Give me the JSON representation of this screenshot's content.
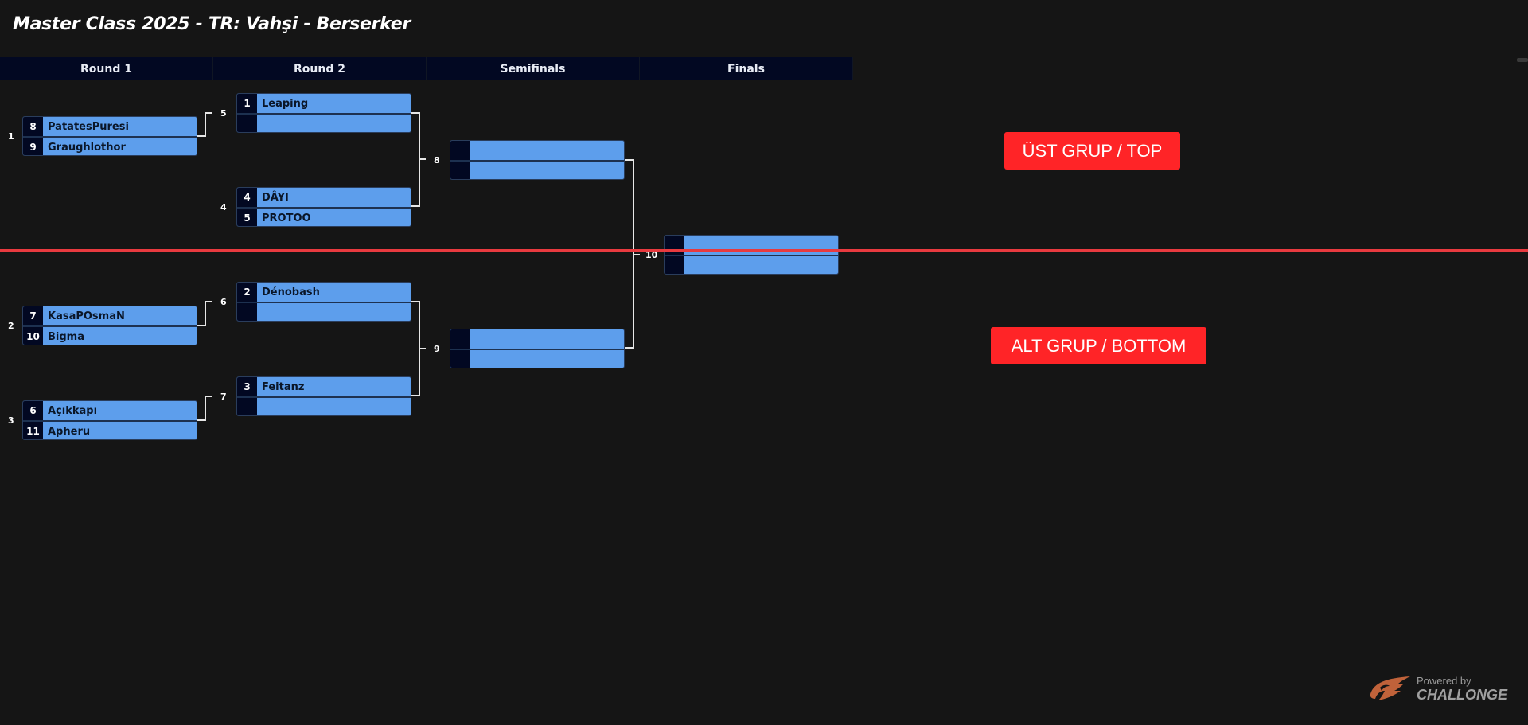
{
  "title": "Master Class 2025 - TR: Vahşi - Berserker",
  "rounds": [
    {
      "label": "Round 1"
    },
    {
      "label": "Round 2"
    },
    {
      "label": "Semifinals"
    },
    {
      "label": "Finals"
    }
  ],
  "matches": {
    "m1": {
      "id": "1",
      "p1": {
        "seed": "8",
        "name": "PatatesPuresi"
      },
      "p2": {
        "seed": "9",
        "name": "Graughlothor"
      }
    },
    "m2": {
      "id": "2",
      "p1": {
        "seed": "7",
        "name": "KasaPOsmaN"
      },
      "p2": {
        "seed": "10",
        "name": "Bigma"
      }
    },
    "m3": {
      "id": "3",
      "p1": {
        "seed": "6",
        "name": "Açıkkapı"
      },
      "p2": {
        "seed": "11",
        "name": "Apheru"
      }
    },
    "m5": {
      "id": "5",
      "p1": {
        "seed": "1",
        "name": "Leaping"
      },
      "p2": {
        "seed": "",
        "name": ""
      }
    },
    "m4": {
      "id": "4",
      "p1": {
        "seed": "4",
        "name": "DÂYI"
      },
      "p2": {
        "seed": "5",
        "name": "PROTOO"
      }
    },
    "m6": {
      "id": "6",
      "p1": {
        "seed": "2",
        "name": "Dénobash"
      },
      "p2": {
        "seed": "",
        "name": ""
      }
    },
    "m7": {
      "id": "7",
      "p1": {
        "seed": "3",
        "name": "Feitanz"
      },
      "p2": {
        "seed": "",
        "name": ""
      }
    },
    "m8": {
      "id": "8",
      "p1": {
        "seed": "",
        "name": ""
      },
      "p2": {
        "seed": "",
        "name": ""
      }
    },
    "m9": {
      "id": "9",
      "p1": {
        "seed": "",
        "name": ""
      },
      "p2": {
        "seed": "",
        "name": ""
      }
    },
    "m10": {
      "id": "10",
      "p1": {
        "seed": "",
        "name": ""
      },
      "p2": {
        "seed": "",
        "name": ""
      }
    }
  },
  "labels": {
    "top": "ÜST GRUP / TOP",
    "bottom": "ALT GRUP / BOTTOM"
  },
  "colors": {
    "background": "#151515",
    "header_bg": "#020822",
    "player_bg": "#5d9eec",
    "seed_bg": "#020822",
    "divider": "#e83a3f",
    "label_bg": "#ff2427",
    "logo": "#c0623a"
  },
  "footer": {
    "powered_by": "Powered by",
    "brand": "CHALLONGE"
  }
}
